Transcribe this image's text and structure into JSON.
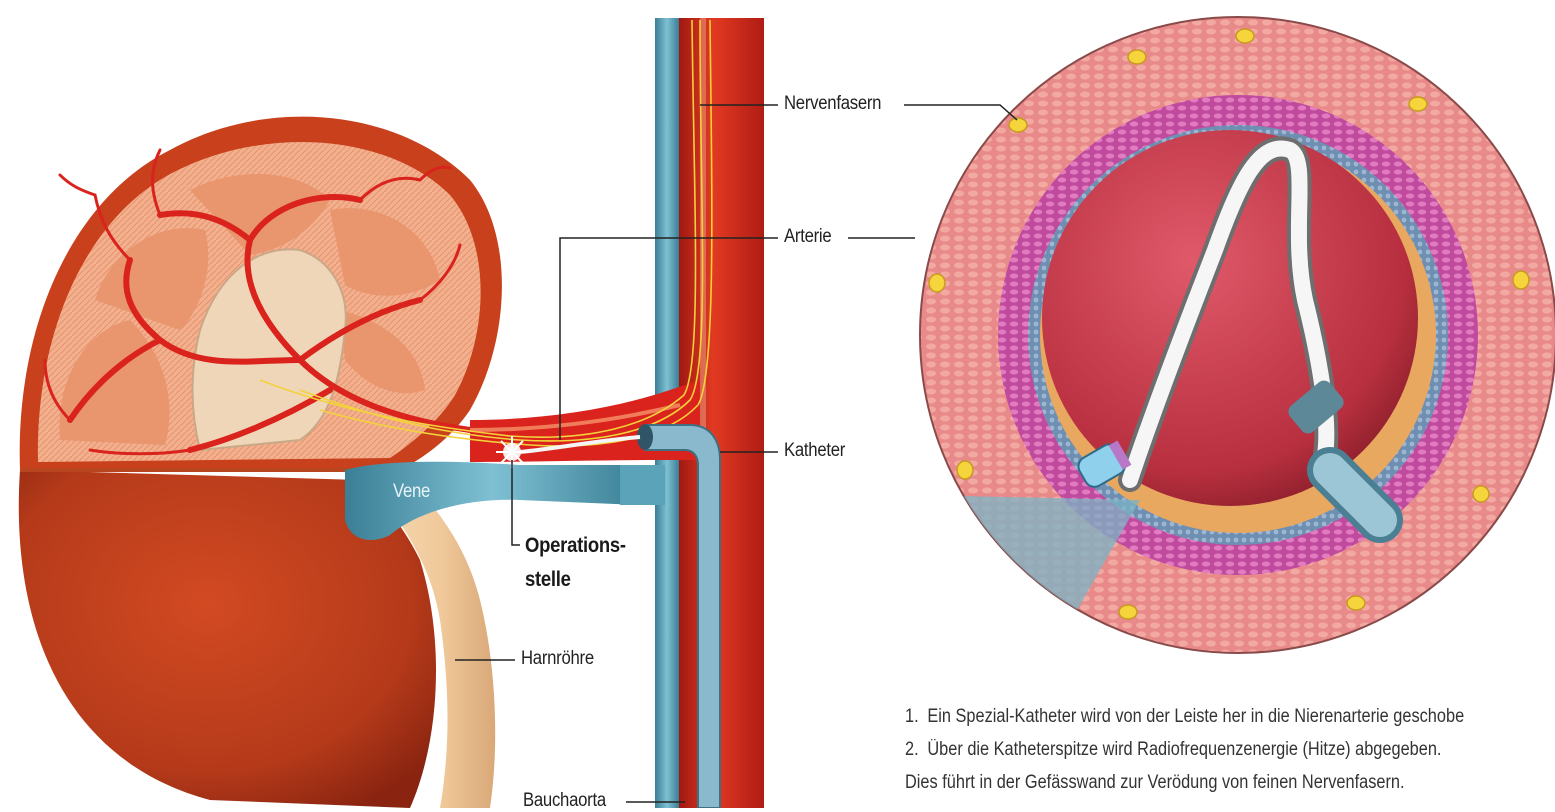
{
  "labels": {
    "nervenfasern": "Nervenfasern",
    "arterie": "Arterie",
    "katheter": "Katheter",
    "vene": "Vene",
    "operationsstelle_line1": "Operations-",
    "operationsstelle_line2": "stelle",
    "harnroehre": "Harnröhre",
    "bauchaorta": "Bauchaorta"
  },
  "steps": [
    {
      "number": "1.",
      "text": "Ein Spezial-Katheter wird von der Leiste her in die Nierenarterie geschobe"
    },
    {
      "number": "2.",
      "text": "Über die Katheterspitze wird Radiofrequenzenergie (Hitze) abgegeben."
    },
    {
      "number": "",
      "text": "Dies führt in der Gefässwand zur Verödung von feinen Nervenfasern."
    }
  ],
  "colors": {
    "artery_red": "#d9231c",
    "vein_blue": "#4f97ad",
    "kidney_capsule": "#c8401c",
    "medulla": "#e88a6a",
    "wall_pink": "#e6678a",
    "wall_magenta": "#b84fa0",
    "lumen": "#c83a48",
    "nerve_yellow": "#f3d23a",
    "catheter_blue": "#7fb3c9"
  }
}
